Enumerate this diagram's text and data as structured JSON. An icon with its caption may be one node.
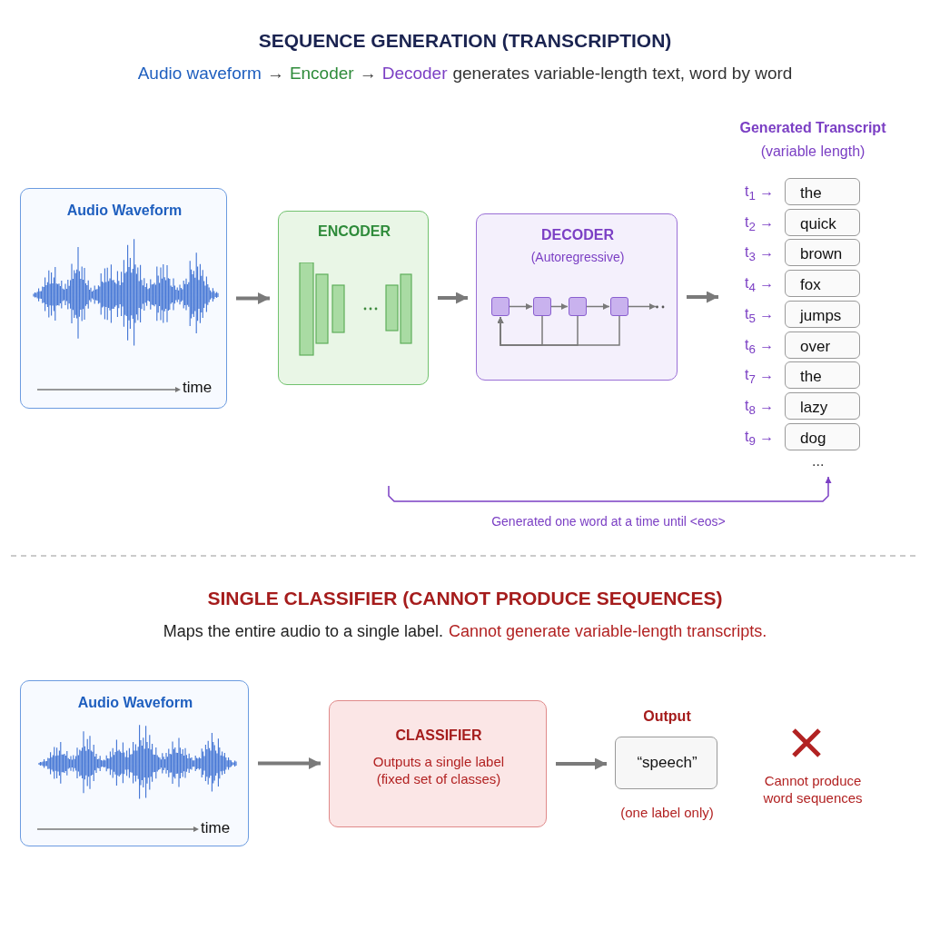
{
  "diagram": {
    "title": "SEQUENCE GENERATION (TRANSCRIPTION)",
    "nodes": [
      {
        "text": [
          "Audio Waveform",
          "time"
        ]
      },
      {
        "text": [
          "ENCODER"
        ]
      },
      {
        "text": [
          "DECODER",
          "(Autoregressive)"
        ]
      },
      {
        "text": [],
        "shape": "box",
        "in": 2
      },
      {
        "text": [],
        "shape": "box",
        "in": 2
      },
      {
        "text": [],
        "shape": "box",
        "in": 2
      },
      {
        "text": [],
        "shape": "box",
        "in": 2
      },
      {
        "text": [
          "Generated Transcript",
          "(variable length)"
        ]
      },
      {
        "text": [
          "the"
        ],
        "in": 7,
        "beside": [
          "t$_{1}$ →"
        ]
      },
      {
        "text": [
          "quick"
        ],
        "in": 7,
        "beside": [
          "t$_{2}$ →"
        ]
      },
      {
        "text": [
          "brown"
        ],
        "in": 7,
        "beside": [
          "t$_{3}$ →"
        ]
      },
      {
        "text": [
          "fox"
        ],
        "in": 7,
        "beside": [
          "t$_{4}$ →"
        ]
      },
      {
        "text": [
          "jumps"
        ],
        "in": 7,
        "beside": [
          "t$_{5}$ →"
        ]
      },
      {
        "text": [
          "over"
        ],
        "in": 7,
        "beside": [
          "t$_{6}$ →"
        ]
      },
      {
        "text": [
          "the"
        ],
        "in": 7,
        "beside": [
          "t$_{7}$ →"
        ]
      },
      {
        "text": [
          "lazy"
        ],
        "in": 7,
        "beside": [
          "t$_{8}$ →"
        ]
      },
      {
        "text": [
          "dog"
        ],
        "in": 7,
        "beside": [
          "t$_{9}$ →"
        ]
      },
      {
        "text": [
          "Audio Waveform",
          "time"
        ]
      },
      {
        "text": [
          "CLASSIFIER",
          "Outputs a single label (fixed set of classes)"
        ]
      },
      {
        "text": [
          "Output",
          "“speech”"
        ],
        "beside": [
          "(one label only)"
        ]
      }
    ],
    "edges": [
      {
        "from": 0,
        "to": 1,
        "arrow": "to",
        "style": "thick"
      },
      {
        "from": 1,
        "to": 2,
        "arrow": "to",
        "style": "thick"
      },
      {
        "from": 2,
        "to": 7,
        "arrow": "to",
        "style": "thick"
      },
      {
        "from": 3,
        "to": 4,
        "arrow": "to"
      },
      {
        "from": 4,
        "to": 5,
        "arrow": "to"
      },
      {
        "from": 5,
        "to": 6,
        "arrow": "to"
      },
      {
        "from": 6,
        "to": null,
        "arrow": "to"
      },
      {
        "from": 4,
        "to": 3,
        "arrow": "to"
      },
      {
        "from": 5,
        "to": 3,
        "arrow": "to"
      },
      {
        "from": 6,
        "to": 3,
        "arrow": "to"
      },
      {
        "from": null,
        "to": 7,
        "arrow": "to",
        "label": "Generated one word at a time until <eos>",
        "color": "#7b3fc4"
      },
      {
        "from": 17,
        "to": 18,
        "arrow": "to",
        "style": "thick"
      },
      {
        "from": 18,
        "to": 19,
        "arrow": "to",
        "style": "thick"
      }
    ],
    "labels": [
      "Audio waveform",
      "→",
      "Encoder",
      "→",
      "Decoder",
      "generates variable-length text, word by word",
      "...",
      "SINGLE CLASSIFIER (CANNOT PRODUCE SEQUENCES)",
      "Maps the entire audio to a single label.",
      "Cannot generate variable-length transcripts.",
      "Cannot produce word sequences"
    ]
  }
}
